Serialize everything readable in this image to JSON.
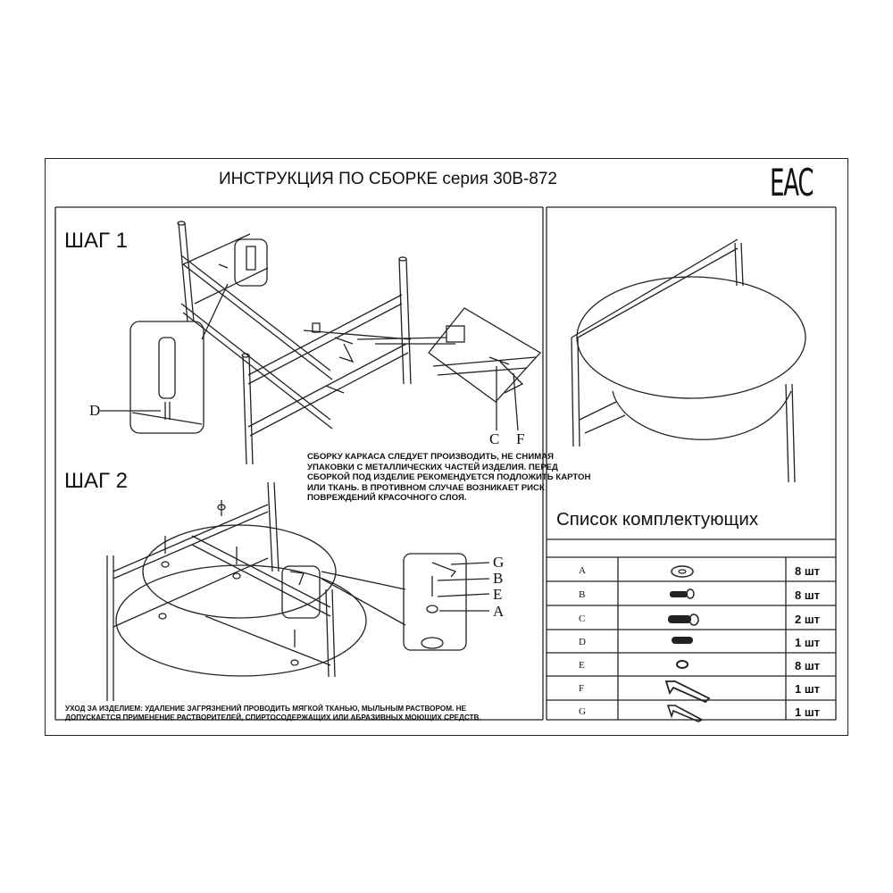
{
  "header": {
    "title": "ИНСТРУКЦИЯ ПО СБОРКЕ серия 30B-872",
    "mark": "EAC"
  },
  "steps": {
    "step1": "ШАГ 1",
    "step2": "ШАГ 2"
  },
  "callouts": {
    "step1": [
      "D",
      "C",
      "F"
    ],
    "step2": [
      "G",
      "B",
      "E",
      "A"
    ]
  },
  "notice": "СБОРКУ КАРКАСА СЛЕДУЕТ ПРОИЗВОДИТЬ, НЕ СНИМАЯ УПАКОВКИ С МЕТАЛЛИЧЕСКИХ ЧАСТЕЙ ИЗДЕЛИЯ. ПЕРЕД СБОРКОЙ ПОД ИЗДЕЛИЕ РЕКОМЕНДУЕТСЯ ПОДЛОЖИТЬ КАРТОН ИЛИ ТКАНЬ. В ПРОТИВНОМ СЛУЧАЕ ВОЗНИКАЕТ РИСК ПОВРЕЖДЕНИЙ КРАСОЧНОГО СЛОЯ.",
  "care": "УХОД ЗА ИЗДЕЛИЕМ: УДАЛЕНИЕ ЗАГРЯЗНЕНИЙ ПРОВОДИТЬ МЯГКОЙ ТКАНЬЮ, МЫЛЬНЫМ РАСТВОРОМ. НЕ ДОПУСКАЕТСЯ ПРИМЕНЕНИЕ РАСТВОРИТЕЛЕЙ, СПИРТОСОДЕРЖАЩИХ ИЛИ АБРАЗИВНЫХ МОЮЩИХ СРЕДСТВ.",
  "parts_list": {
    "title": "Список комплектующих",
    "rows": [
      {
        "label": "A",
        "icon": "washer-icon",
        "qty": "8 шт"
      },
      {
        "label": "B",
        "icon": "bolt-icon",
        "qty": "8 шт"
      },
      {
        "label": "C",
        "icon": "long-bolt-icon",
        "qty": "2 шт"
      },
      {
        "label": "D",
        "icon": "stud-icon",
        "qty": "1 шт"
      },
      {
        "label": "E",
        "icon": "o-ring-icon",
        "qty": "8 шт"
      },
      {
        "label": "F",
        "icon": "hex-key-large-icon",
        "qty": "1 шт"
      },
      {
        "label": "G",
        "icon": "hex-key-small-icon",
        "qty": "1 шт"
      }
    ]
  }
}
